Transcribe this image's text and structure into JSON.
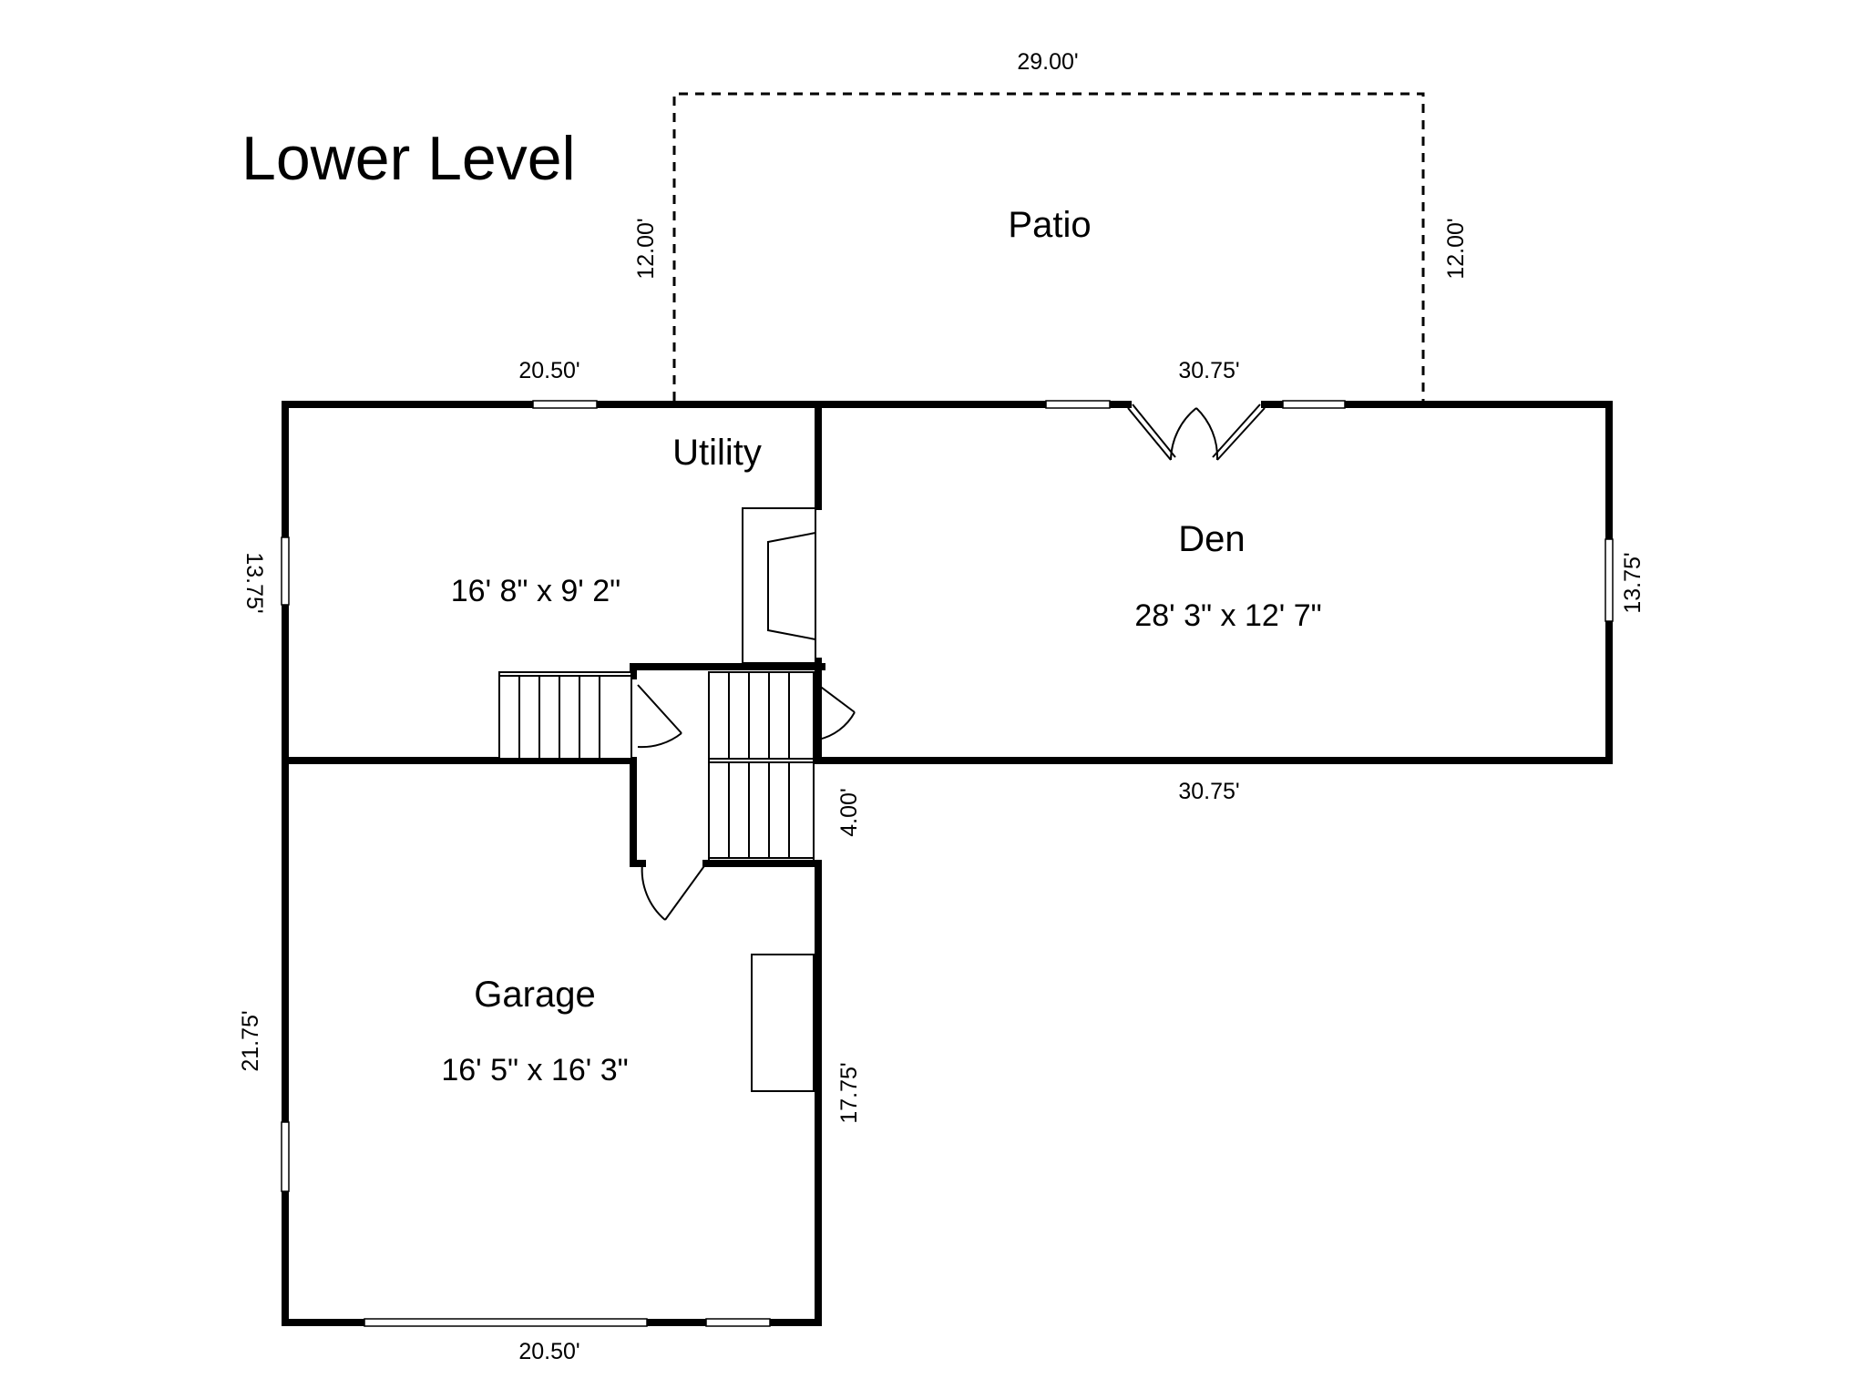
{
  "title": "Lower Level",
  "rooms": {
    "patio": {
      "name": "Patio"
    },
    "utility": {
      "name": "Utility",
      "size": "16' 8\" x 9' 2\""
    },
    "den": {
      "name": "Den",
      "size": "28' 3\" x 12' 7\""
    },
    "garage": {
      "name": "Garage",
      "size": "16' 5\" x 16' 3\""
    }
  },
  "dimensions": {
    "patio_top": "29.00'",
    "patio_left": "12.00'",
    "patio_right": "12.00'",
    "utility_top": "20.50'",
    "den_top": "30.75'",
    "utility_left": "13.75'",
    "den_right": "13.75'",
    "den_bottom": "30.75'",
    "stair_right": "4.00'",
    "garage_left": "21.75'",
    "garage_right": "17.75'",
    "garage_bottom": "20.50'"
  }
}
